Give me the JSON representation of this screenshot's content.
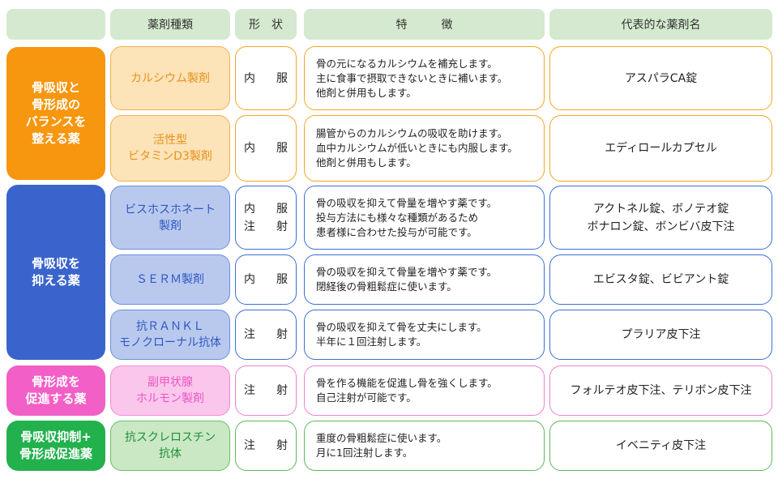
{
  "header": {
    "blank": "",
    "type": "薬剤種類",
    "form": "形　状",
    "feature": "特　　　徴",
    "drug": "代表的な薬剤名"
  },
  "categories": [
    {
      "label": "骨吸収と\n骨形成の\nバランスを\n整える薬",
      "color": "#f7960f"
    },
    {
      "label": "骨吸収を\n抑える薬",
      "color": "#3a64cc"
    },
    {
      "label": "骨形成を\n促進する薬",
      "color": "#f25fc6"
    },
    {
      "label": "骨吸収抑制+\n骨形成促進薬",
      "color": "#22b14c"
    }
  ],
  "rows": [
    {
      "type": "カルシウム製剤",
      "form": "内　服",
      "feature": "骨の元になるカルシウムを補充します。\n主に食事で摂取できないときに補います。\n他剤と併用もします。",
      "drug": "アスパラCA錠",
      "type_bg": "#fde3b8",
      "type_color": "#e8901a"
    },
    {
      "type": "活性型\nビタミンD3製剤",
      "form": "内　服",
      "feature": "腸管からのカルシウムの吸収を助けます。\n血中カルシウムが低いときにも内服します。\n他剤と併用もします。",
      "drug": "エディロールカプセル",
      "type_bg": "#fde3b8",
      "type_color": "#e8901a"
    },
    {
      "type": "ビスホスホネート\n製剤",
      "form": "内　服\n注　射",
      "feature": "骨の吸収を抑えて骨量を増やす薬です。\n投与方法にも様々な種類があるため\n患者様に合わせた投与が可能です。",
      "drug": "アクトネル錠、ボノテオ錠\nボナロン錠、ボンビバ皮下注",
      "type_bg": "#b9c9ee",
      "type_color": "#2f58c2"
    },
    {
      "type": "ＳＥＲＭ製剤",
      "form": "内　服",
      "feature": "骨の吸収を抑えて骨量を増やす薬です。\n閉経後の骨粗鬆症に使います。",
      "drug": "エビスタ錠、ビビアント錠",
      "type_bg": "#b9c9ee",
      "type_color": "#2f58c2"
    },
    {
      "type": "抗ＲＡＮＫＬ\nモノクローナル抗体",
      "form": "注　射",
      "feature": "骨の吸収を抑えて骨を丈夫にします。\n半年に１回注射します。",
      "drug": "プラリア皮下注",
      "type_bg": "#b9c9ee",
      "type_color": "#2f58c2"
    },
    {
      "type": "副甲状腺\nホルモン製剤",
      "form": "注　射",
      "feature": "骨を作る機能を促進し骨を強くします。\n自己注射が可能です。",
      "drug": "フォルテオ皮下注、テリボン皮下注",
      "type_bg": "#fbc6ec",
      "type_color": "#e857c3"
    },
    {
      "type": "抗スクレロスチン\n抗体",
      "form": "注　射",
      "feature": "重度の骨粗鬆症に使います。\n月に1回注射します。",
      "drug": "イベニティ皮下注",
      "type_bg": "#c9e8c3",
      "type_color": "#1f8f3c"
    }
  ]
}
